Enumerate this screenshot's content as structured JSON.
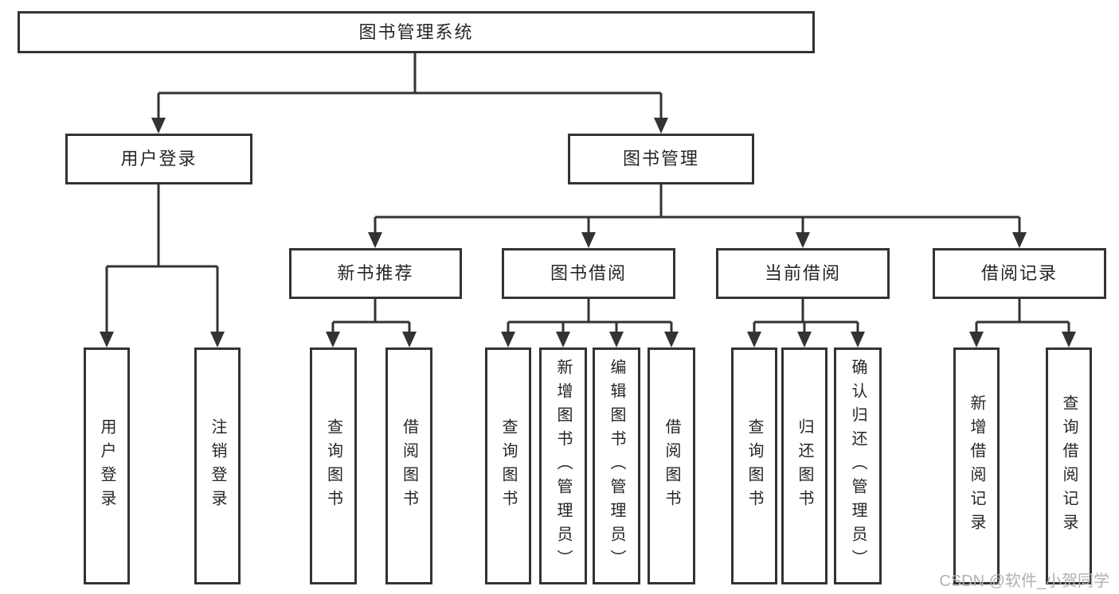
{
  "nodes": {
    "root": "图书管理系统",
    "user_login": "用户登录",
    "book_mgmt": "图书管理",
    "new_book": "新书推荐",
    "book_borrow": "图书借阅",
    "current_borrow": "当前借阅",
    "borrow_record": "借阅记录",
    "leaf_user_login": "用户登录",
    "leaf_logout": "注销登录",
    "leaf_newbook_query": "查询图书",
    "leaf_newbook_borrow": "借阅图书",
    "leaf_borrow_query": "查询图书",
    "leaf_borrow_add": "新增图书（管理员）",
    "leaf_borrow_edit": "编辑图书（管理员）",
    "leaf_borrow_borrow": "借阅图书",
    "leaf_current_query": "查询图书",
    "leaf_current_return": "归还图书",
    "leaf_current_confirm": "确认归还（管理员）",
    "leaf_record_add": "新增借阅记录",
    "leaf_record_query": "查询借阅记录"
  },
  "hierarchy": {
    "图书管理系统": {
      "用户登录": [
        "用户登录",
        "注销登录"
      ],
      "图书管理": {
        "新书推荐": [
          "查询图书",
          "借阅图书"
        ],
        "图书借阅": [
          "查询图书",
          "新增图书（管理员）",
          "编辑图书（管理员）",
          "借阅图书"
        ],
        "当前借阅": [
          "查询图书",
          "归还图书",
          "确认归还（管理员）"
        ],
        "借阅记录": [
          "新增借阅记录",
          "查询借阅记录"
        ]
      }
    }
  },
  "watermark": "CSDN @软件_小贺同学",
  "colors": {
    "line": "#333333",
    "box_border": "#333333",
    "box_background": "#ffffff",
    "text": "#262626",
    "watermark": "#b4afb1"
  }
}
